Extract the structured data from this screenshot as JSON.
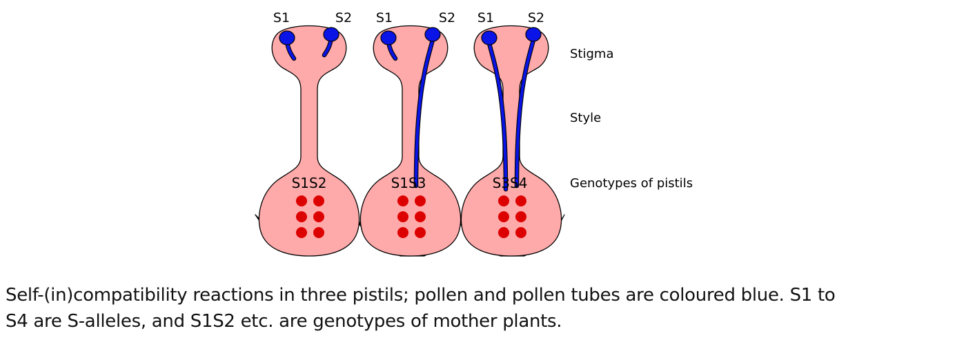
{
  "colors": {
    "pistil_fill": "#ffaaaa",
    "pollen": "#0a14e6",
    "ovule": "#dd0000",
    "sepal": "#1e7a14",
    "outline": "#000000"
  },
  "pistils": [
    {
      "genotype": "S1S2",
      "pollen_left": "S1",
      "pollen_right": "S2",
      "tube_growth_left": "short",
      "tube_growth_right": "short"
    },
    {
      "genotype": "S1S3",
      "pollen_left": "S1",
      "pollen_right": "S2",
      "tube_growth_left": "short",
      "tube_growth_right": "long"
    },
    {
      "genotype": "S3S4",
      "pollen_left": "S1",
      "pollen_right": "S2",
      "tube_growth_left": "long",
      "tube_growth_right": "long"
    }
  ],
  "side_labels": {
    "stigma": "Stigma",
    "style": "Style",
    "genotypes": "Genotypes of pistils"
  },
  "caption": {
    "line1": "Self-(in)compatibility reactions in three pistils; pollen and pollen tubes are coloured blue. S1 to",
    "line2": "S4 are S-alleles, and S1S2 etc. are genotypes of mother plants."
  }
}
